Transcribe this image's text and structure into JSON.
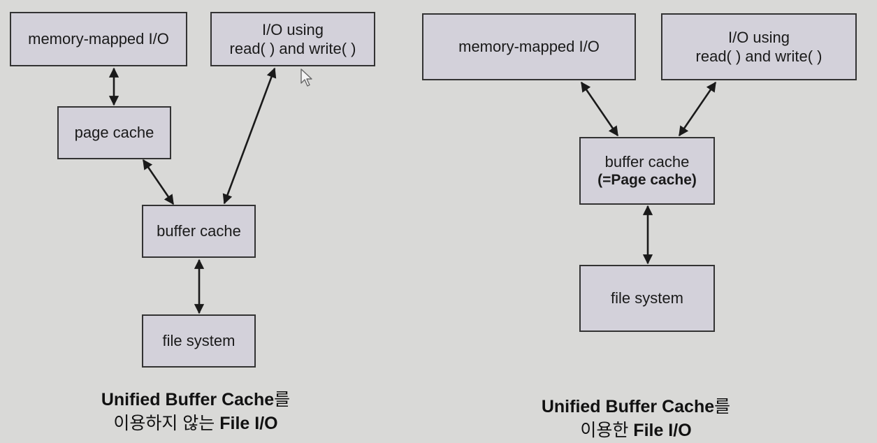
{
  "left_diagram": {
    "memory_mapped": "memory-mapped I/O",
    "io_using_line1": "I/O using",
    "io_using_line2": "read( ) and write( )",
    "page_cache": "page cache",
    "buffer_cache": "buffer cache",
    "file_system": "file system",
    "caption_line1_bold": "Unified Buffer Cache",
    "caption_line1_tail": "를",
    "caption_line2_head": "이용하지 않는 ",
    "caption_line2_bold": "File I/O"
  },
  "right_diagram": {
    "memory_mapped": "memory-mapped I/O",
    "io_using_line1": "I/O using",
    "io_using_line2": "read( ) and write( )",
    "buffer_cache_line1": "buffer cache",
    "buffer_cache_line2": "(=Page cache)",
    "file_system": "file system",
    "caption_line1_bold": "Unified Buffer Cache",
    "caption_line1_tail": "를",
    "caption_line2_head": "이용한 ",
    "caption_line2_bold": "File I/O"
  },
  "colors": {
    "background": "#d9d9d7",
    "box_fill": "#d3d1da",
    "stroke": "#1a1a1a"
  }
}
